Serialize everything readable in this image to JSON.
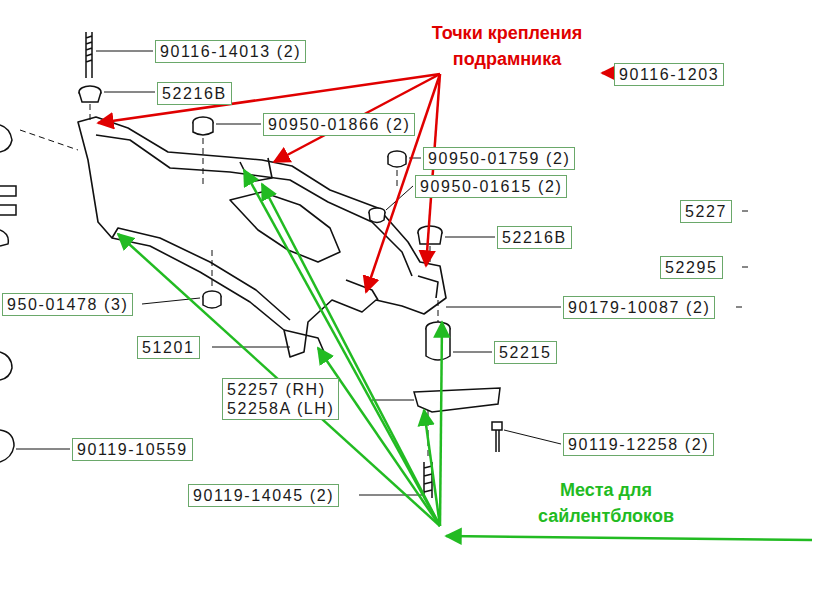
{
  "diagram": {
    "nodes": [
      {
        "text": [
          "90116-14013 (2)"
        ]
      },
      {
        "text": [
          "52216B"
        ]
      },
      {
        "text": [
          "90116-1203"
        ]
      },
      {
        "text": [
          "90950-01866 (2)"
        ]
      },
      {
        "text": [
          "90950-01759 (2)"
        ]
      },
      {
        "text": [
          "90950-01615 (2)"
        ]
      },
      {
        "text": [
          "5227"
        ]
      },
      {
        "text": [
          "52216B"
        ]
      },
      {
        "text": [
          "52295"
        ]
      },
      {
        "text": [
          "950-01478 (3)"
        ]
      },
      {
        "text": [
          "90179-10087 (2)"
        ]
      },
      {
        "text": [
          "51201"
        ]
      },
      {
        "text": [
          "52215"
        ]
      },
      {
        "text": [
          "52257 (RH)",
          "52258A (LH)"
        ]
      },
      {
        "text": [
          "90119-10559"
        ]
      },
      {
        "text": [
          "90119-12258 (2)"
        ]
      },
      {
        "text": [
          "90119-14045 (2)"
        ]
      }
    ],
    "labels": [
      "Точки крепления подрамника",
      "Места для сайлентблоков"
    ]
  }
}
